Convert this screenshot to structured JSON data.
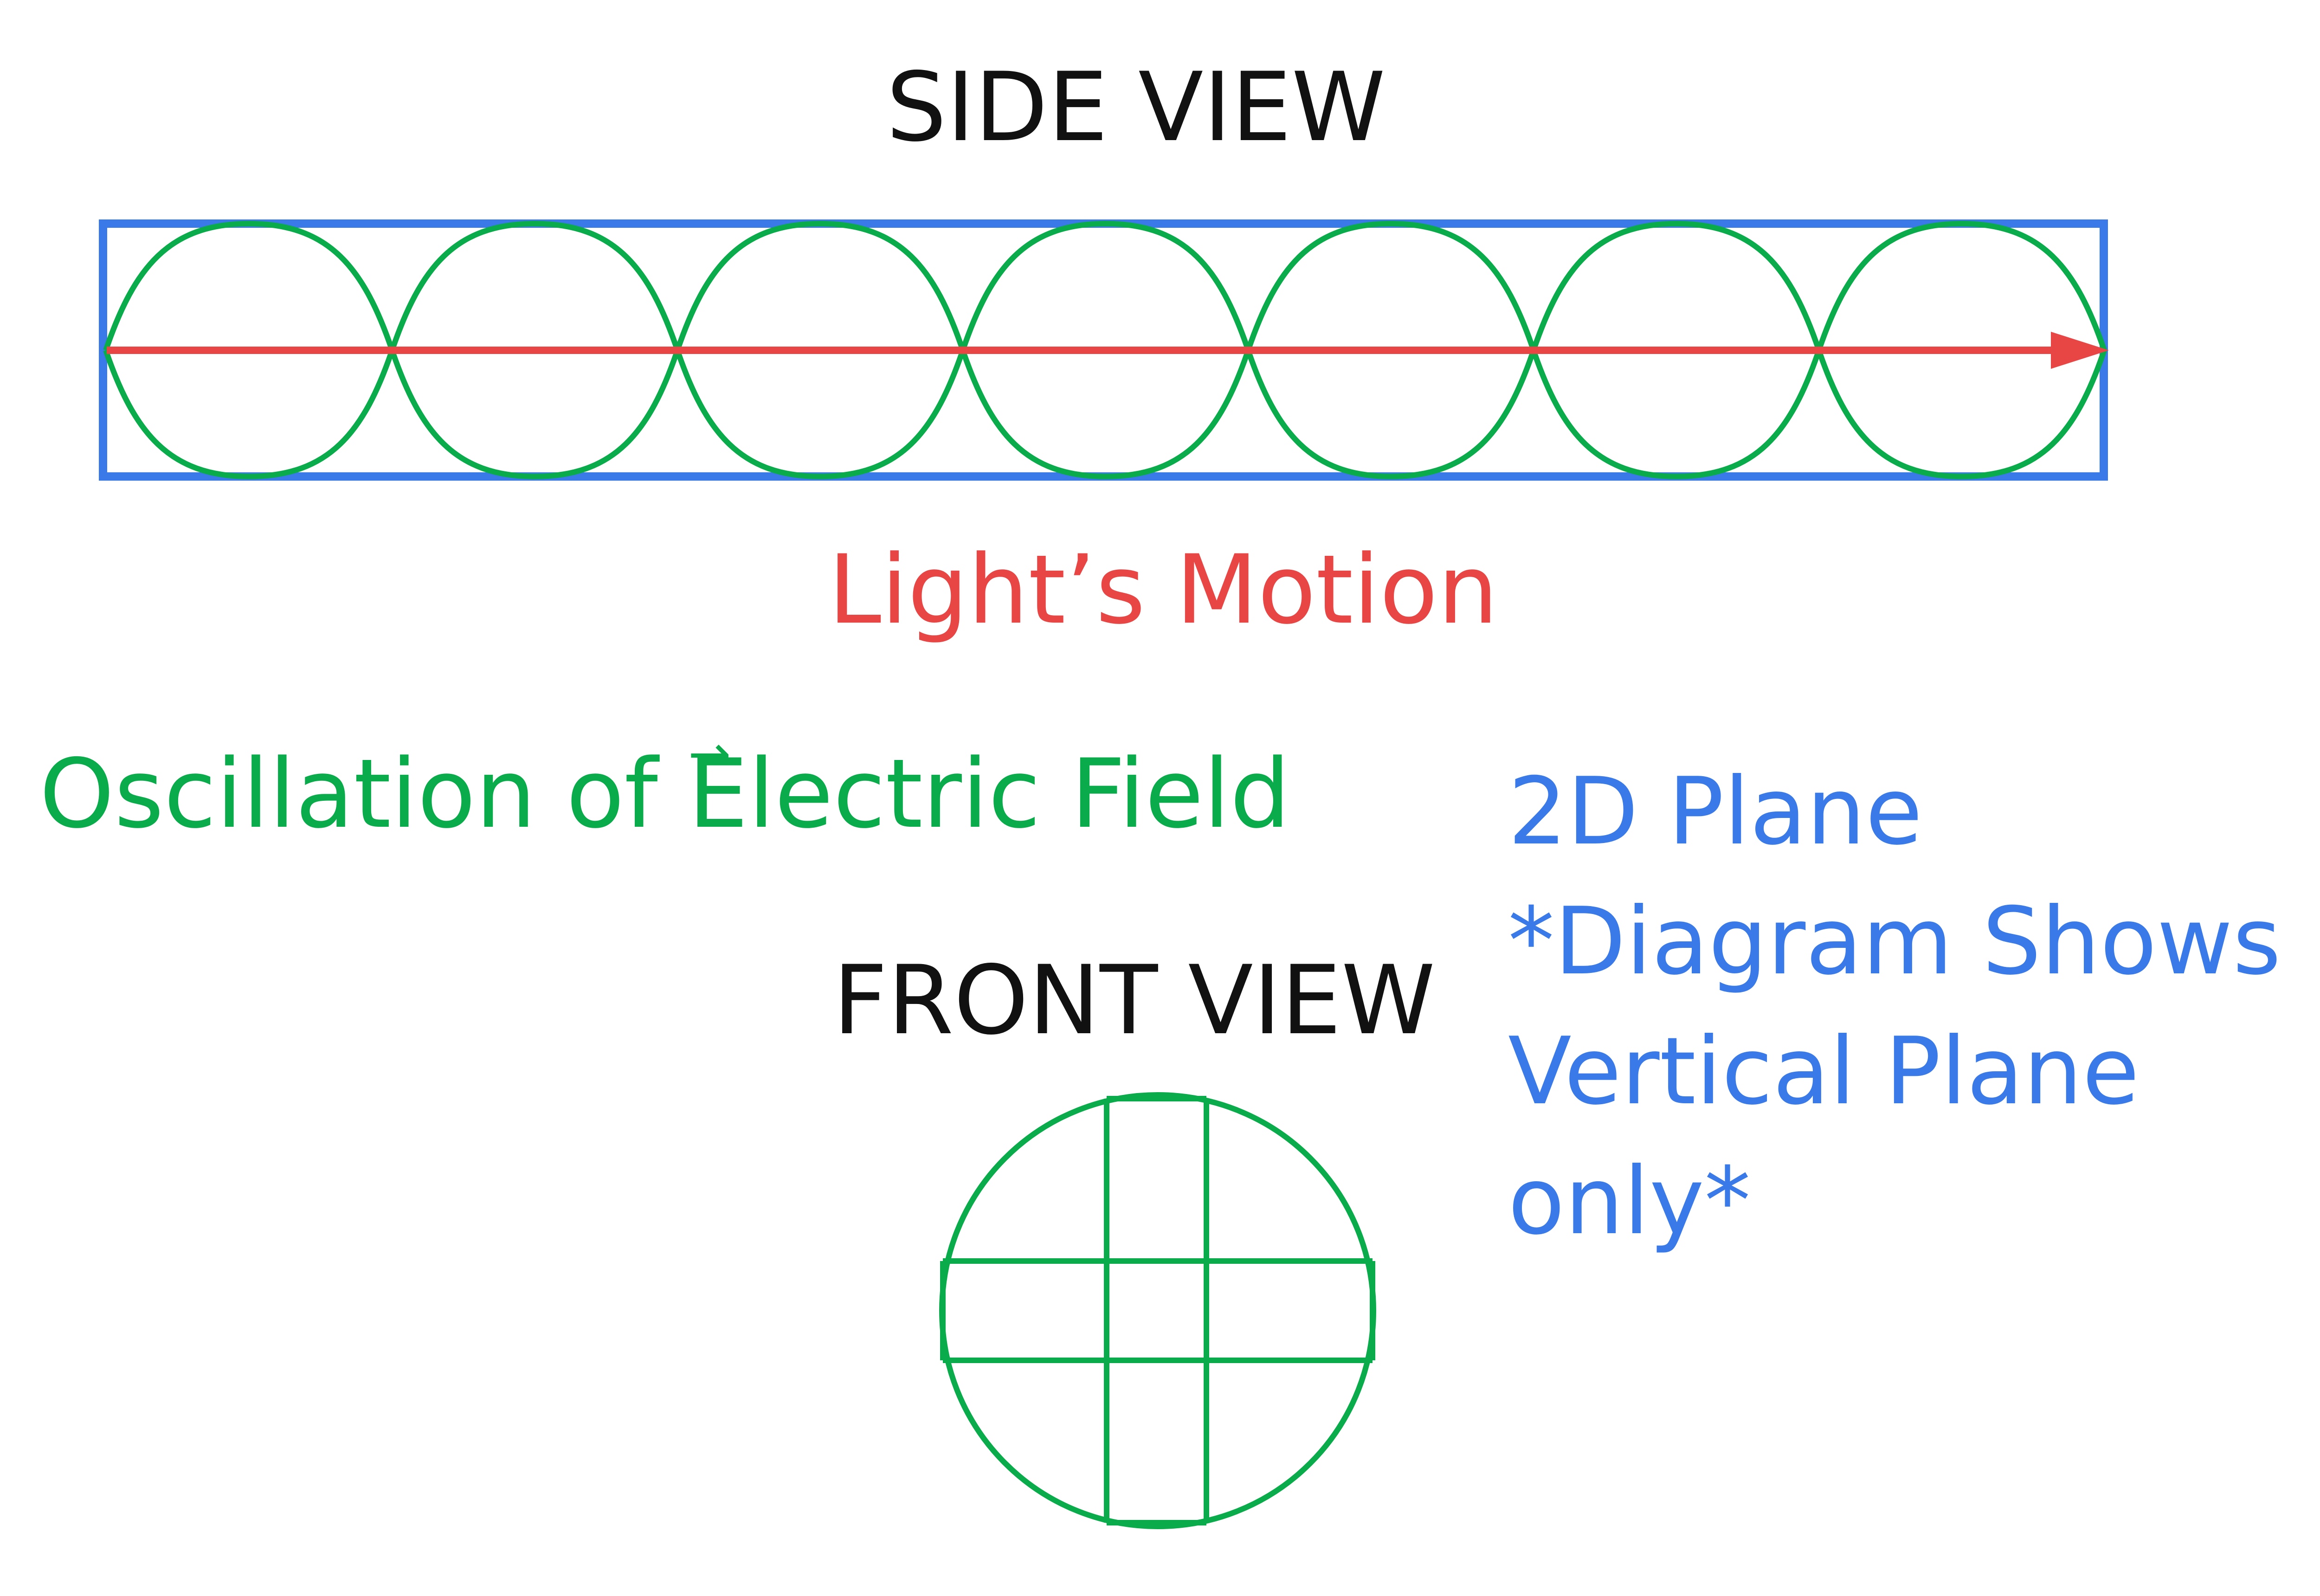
{
  "side_view": {
    "title": "SIDE VIEW",
    "motion_label": "Light’s Motion"
  },
  "field": {
    "label_prefix": "Oscillation of ",
    "label_vector": "E",
    "label_suffix": "lectric Field"
  },
  "front_view": {
    "title": "FRONT VIEW"
  },
  "plane_note": {
    "lines": [
      "2D Plane",
      "*Diagram Shows",
      "Vertical Plane",
      "only*"
    ]
  },
  "colors": {
    "plane": "#3a7ae8",
    "wave": "#0aab4a",
    "motion": "#e84545",
    "text": "#111111"
  }
}
